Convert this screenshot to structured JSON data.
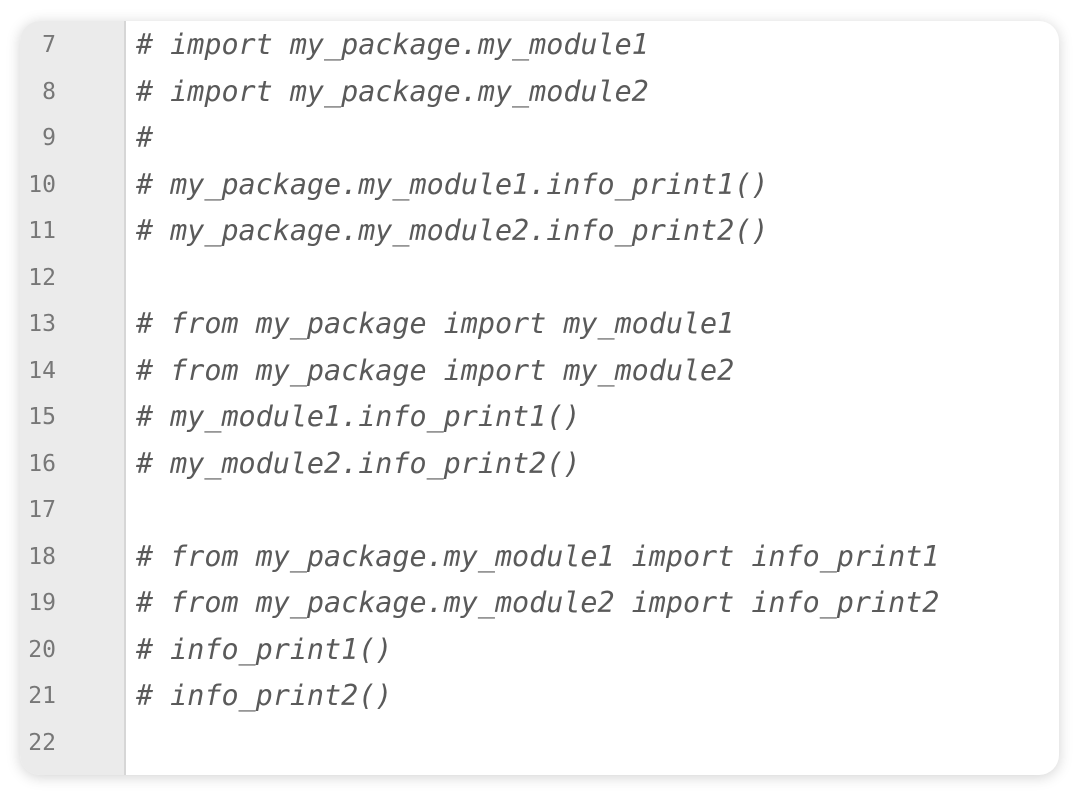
{
  "editor": {
    "lines": [
      {
        "number": "7",
        "code": "# import my_package.my_module1"
      },
      {
        "number": "8",
        "code": "# import my_package.my_module2"
      },
      {
        "number": "9",
        "code": "#"
      },
      {
        "number": "10",
        "code": "# my_package.my_module1.info_print1()"
      },
      {
        "number": "11",
        "code": "# my_package.my_module2.info_print2()"
      },
      {
        "number": "12",
        "code": ""
      },
      {
        "number": "13",
        "code": "# from my_package import my_module1"
      },
      {
        "number": "14",
        "code": "# from my_package import my_module2"
      },
      {
        "number": "15",
        "code": "# my_module1.info_print1()"
      },
      {
        "number": "16",
        "code": "# my_module2.info_print2()"
      },
      {
        "number": "17",
        "code": ""
      },
      {
        "number": "18",
        "code": "# from my_package.my_module1 import info_print1"
      },
      {
        "number": "19",
        "code": "# from my_package.my_module2 import info_print2"
      },
      {
        "number": "20",
        "code": "# info_print1()"
      },
      {
        "number": "21",
        "code": "# info_print2()"
      },
      {
        "number": "22",
        "code": ""
      }
    ]
  }
}
